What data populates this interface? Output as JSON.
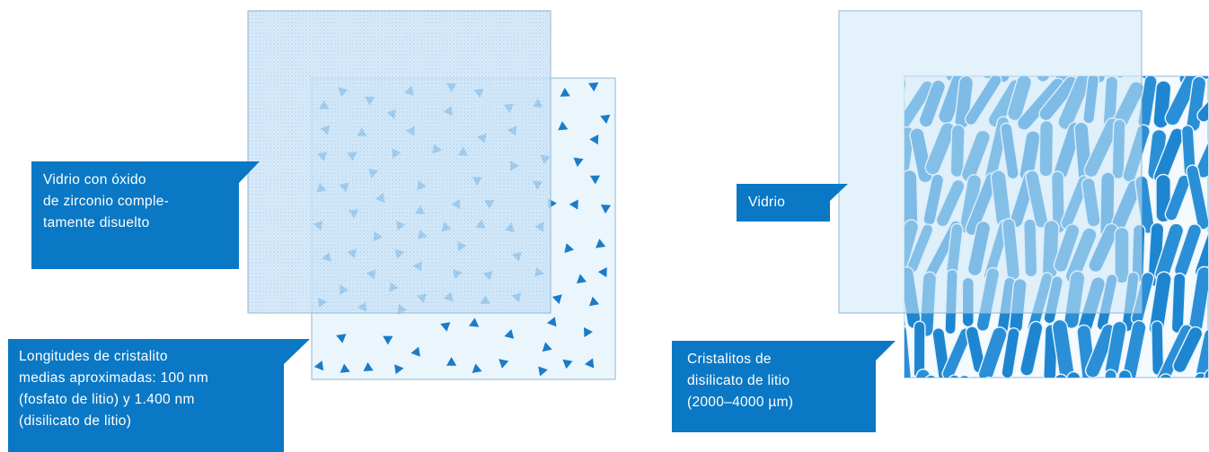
{
  "left_diagram": {
    "callout_glass": {
      "lines": [
        "Vidrio con óxido",
        "de zirconio comple-",
        "tamente disuelto"
      ]
    },
    "callout_crystallites": {
      "lines": [
        "Longitudes de cristalito",
        "medias aproximadas: 100 nm",
        "(fosfato de litio) y 1.400 nm",
        "(disilicato de litio)"
      ]
    }
  },
  "right_diagram": {
    "callout_glass": {
      "text": "Vidrio"
    },
    "callout_crystals": {
      "lines": [
        "Cristalitos de",
        "disilicato de litio",
        "(2000–4000 µm)"
      ]
    }
  },
  "colors": {
    "callout_bg": "#0a78c4",
    "glass_fill": "#cde8f8",
    "crystal_blue": "#1e86d0",
    "triangle_blue": "#1a7bc8",
    "square_bg": "#eaf5fc",
    "border": "#8fb7d4"
  }
}
